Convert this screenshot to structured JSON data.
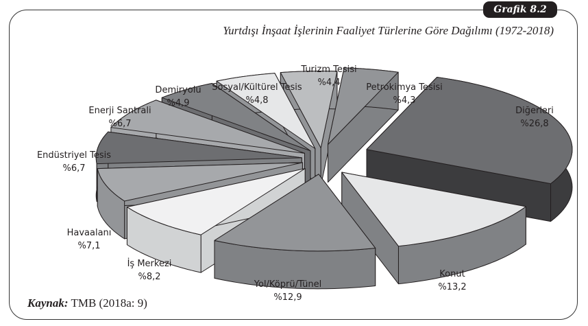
{
  "badge": "Grafik 8.2",
  "chart_data": {
    "type": "pie",
    "title": "Yurtdışı İnşaat İşlerinin Faaliyet Türlerine Göre Dağılımı (1972-2018)",
    "slices": [
      {
        "label": "Diğerleri",
        "value": 26.8,
        "text": "%26,8",
        "top": "#6d6e71",
        "side": "#3c3c3e"
      },
      {
        "label": "Konut",
        "value": 13.2,
        "text": "%13,2",
        "top": "#e6e7e8",
        "side": "#808285"
      },
      {
        "label": "Yol/Köprü/Tünel",
        "value": 12.9,
        "text": "%12,9",
        "top": "#939598",
        "side": "#808285"
      },
      {
        "label": "İş Merkezi",
        "value": 8.2,
        "text": "%8,2",
        "top": "#f1f1f2",
        "side": "#d1d3d4"
      },
      {
        "label": "Havaalanı",
        "value": 7.1,
        "text": "%7,1",
        "top": "#a7a9ac",
        "side": "#939598"
      },
      {
        "label": "Endüstriyel Tesis",
        "value": 6.7,
        "text": "%6,7",
        "top": "#6d6e71",
        "side": "#808285"
      },
      {
        "label": "Enerji Santrali",
        "value": 6.7,
        "text": "%6,7",
        "top": "#a7a9ac",
        "side": "#a7a9ac"
      },
      {
        "label": "Demiryolu",
        "value": 4.9,
        "text": "%4,9",
        "top": "#808285",
        "side": "#6d6e71"
      },
      {
        "label": "Sosyal/Kültürel Tesis",
        "value": 4.8,
        "text": "%4,8",
        "top": "#e6e7e8",
        "side": "#939598"
      },
      {
        "label": "Turizm Tesisi",
        "value": 4.4,
        "text": "%4,4",
        "top": "#bcbec0",
        "side": "#939598"
      },
      {
        "label": "Petrokimya Tesisi",
        "value": 4.3,
        "text": "%4,3",
        "top": "#939598",
        "side": "#808285"
      }
    ]
  },
  "source": {
    "label": "Kaynak:",
    "text": "TMB (2018a: 9)"
  }
}
